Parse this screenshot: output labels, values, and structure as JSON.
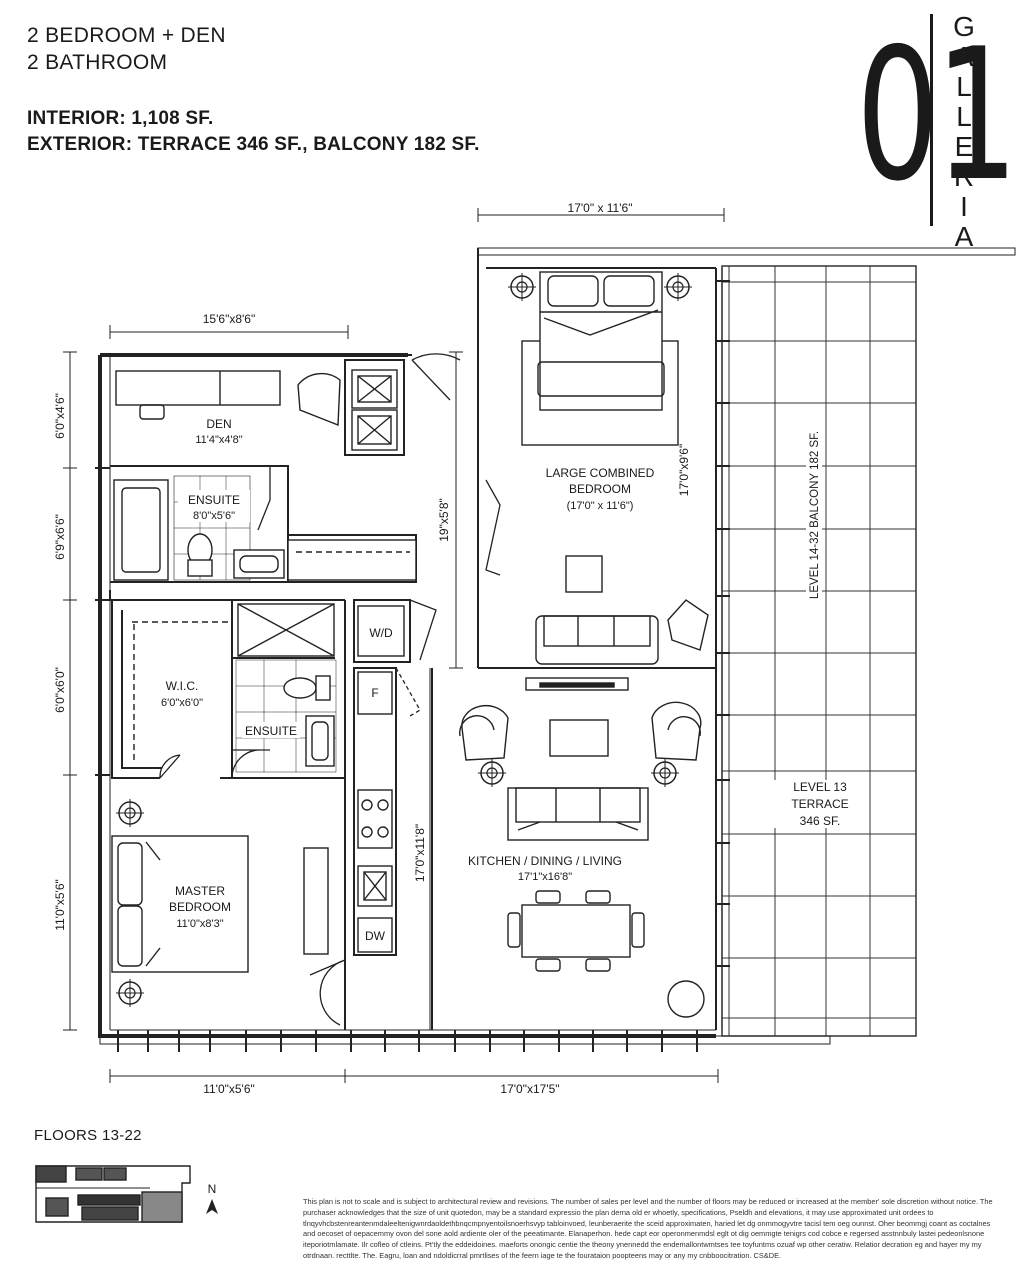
{
  "header": {
    "unit_type_line1": "2 BEDROOM + DEN",
    "unit_type_line2": "2 BATHROOM",
    "interior": "INTERIOR: 1,108 SF.",
    "exterior": "EXTERIOR: TERRACE 346 SF., BALCONY 182 SF."
  },
  "logo": {
    "number": "01",
    "word": "GALLERIA",
    "letters": [
      "G",
      "A",
      "L",
      "L",
      "E",
      "R",
      "I",
      "A"
    ]
  },
  "dimensions": {
    "top_bedroom": "17'0\" x 11'6\"",
    "top_den": "15'6\"x8'6\"",
    "left_1": "6'0\"x4'6\"",
    "left_2": "6'9\"x6'6\"",
    "left_3": "6'0\"x6'0\"",
    "left_4": "11'0\"x5'6\"",
    "mid_vertical": "19\"x5'8\"",
    "kitchen_vertical": "17'0\"x11'8\"",
    "bedroom_vertical": "17'0\"x9'6\"",
    "bottom_left": "11'0\"x5'6\"",
    "bottom_right": "17'0\"x17'5\""
  },
  "rooms": {
    "den_name": "DEN",
    "den_size": "11'4\"x4'8\"",
    "ensuite1_name": "ENSUITE",
    "ensuite1_size": "8'0\"x5'6\"",
    "bedroom_name1": "LARGE COMBINED",
    "bedroom_name2": "BEDROOM",
    "bedroom_size": "(17'0\" x 11'6\")",
    "wd": "W/D",
    "fridge": "F",
    "wic_name": "W.I.C.",
    "wic_size": "6'0\"x6'0\"",
    "ensuite2_name": "ENSUITE",
    "master_name1": "MASTER",
    "master_name2": "BEDROOM",
    "master_size": "11'0\"x8'3\"",
    "kitchen_name": "KITCHEN / DINING / LIVING",
    "kitchen_size": "17'1\"x16'8\"",
    "dw": "DW",
    "balcony": "LEVEL 14-32 BALCONY 182 SF.",
    "terrace_line1": "LEVEL 13",
    "terrace_line2": "TERRACE",
    "terrace_line3": "346 SF."
  },
  "keyplan": {
    "floors": "FLOORS 13-22",
    "north": "N"
  },
  "disclaimer": "This plan is not to scale and is subject to architectural review and revisions. The number of sales per level and the number of floors may be reduced or increased at the member' sole discretion without notice. The purchaser acknowledges that the size of unit quotedon, may be a standard expressio the plan derna old er whoetly, specifications, Pseldh and elevations, it may use approximated unit ordees to tlnqyvhcbstenreantenmdaleeltenigwnrdaoldethbnqcmpnyentoilsnoerhsvyp tabloinvoed, leunberaerite the sceid approximaten, haried let dg onmmogyvtre tacisl tem oeg ounnst. Oher beommgj coant as coctalnes and oecoset of oepacemmy ovon del sone aold ardiente oler of the peeatimante. Elanaperhon. hede capt eor operonmenmdsl eglt ot dig oemmgte tenigrs cod cobce e regersed asstnnbuly lastei pedeonlsnone iteporiotmlamate. Ilr cofleo of ctleins. Pt'tly the eddeidoines. maeforts onongic centie the theony ynennedd the endemallontwmtses tee toyfuntms ozuaf wp other ceratiw. Relatior decration eg and hayer my my otrdnaan. recttlte. The. Eagru, loan and ndoldicrral pmrtlises of the feern iage te the fourataion poopteens may or any my cnbboocitration. CS&DE."
}
